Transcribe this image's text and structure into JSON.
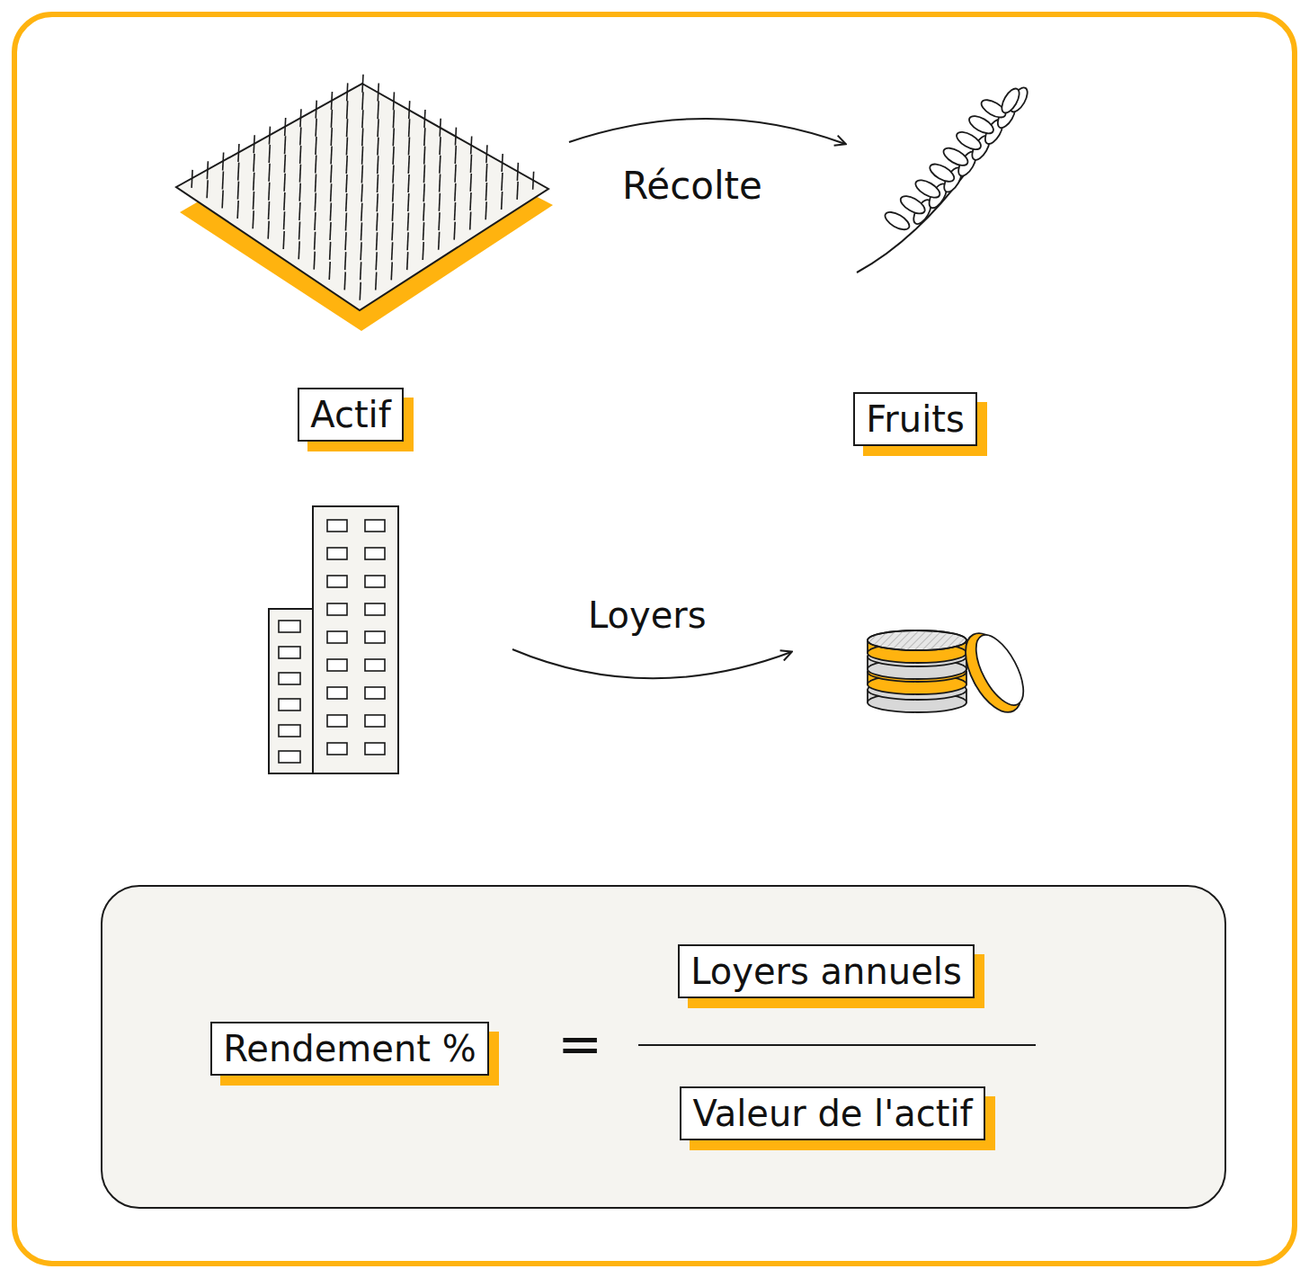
{
  "diagram": {
    "nodes": [
      {
        "text": [
          "Actif"
        ]
      },
      {
        "text": [
          "Fruits"
        ]
      },
      {
        "text": [
          "Rendement %"
        ]
      },
      {
        "text": [
          "Loyers annuels"
        ]
      },
      {
        "text": [
          "Valeur de l'actif"
        ]
      }
    ],
    "labels": [
      "Récolte",
      "Loyers",
      "="
    ]
  }
}
